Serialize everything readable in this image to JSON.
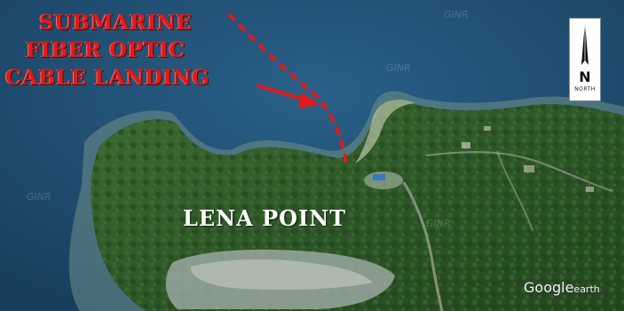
{
  "callout": {
    "line1": "SUBMARINE",
    "line2": "FIBER OPTIC",
    "line3": "CABLE LANDING",
    "color": "#e01b1b"
  },
  "place_label": "LENA POINT",
  "north_arrow": {
    "letter": "N",
    "word": "NORTH"
  },
  "credit": {
    "brand": "Google",
    "suffix": "earth"
  },
  "watermark": "GINR",
  "colors": {
    "water": "#1f4f73",
    "forest": "#2f5a2a",
    "shore": "#8a9a86",
    "cable": "#e01b1b"
  }
}
